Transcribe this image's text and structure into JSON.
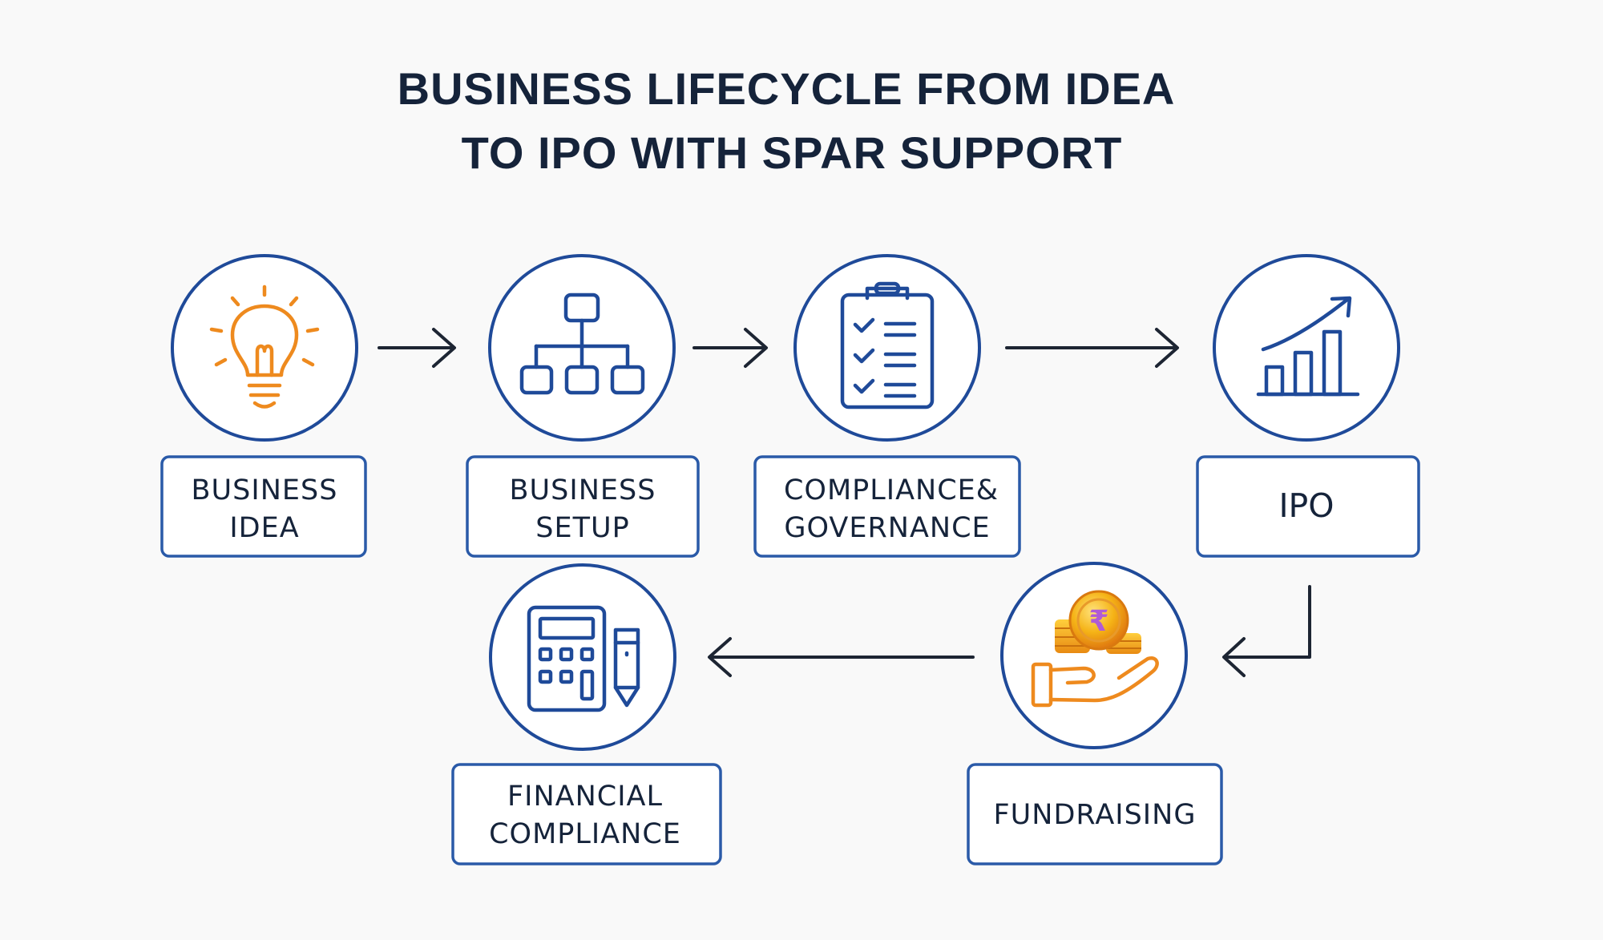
{
  "title": {
    "line1": "BUSINESS LIFECYCLE FROM IDEA",
    "line2": "TO IPO WITH SPAR SUPPORT"
  },
  "nodes": {
    "business_idea": {
      "line1": "BUSINESS",
      "line2": "IDEA",
      "icon": "lightbulb-icon"
    },
    "business_setup": {
      "line1": "BUSINESS",
      "line2": "SETUP",
      "icon": "org-chart-icon"
    },
    "compliance_governance": {
      "line1": "COMPLIANCE&",
      "line2": "GOVERNANCE",
      "icon": "clipboard-checklist-icon"
    },
    "ipo": {
      "label": "IPO",
      "icon": "growth-chart-icon"
    },
    "fundraising": {
      "label": "FUNDRAISING",
      "icon": "coins-hand-icon",
      "coin_symbol": "₹"
    },
    "financial_compliance": {
      "line1": "FINANCIAL",
      "line2": "COMPLIANCE",
      "icon": "calculator-pencil-icon"
    }
  },
  "flow": [
    "business_idea",
    "business_setup",
    "compliance_governance",
    "ipo",
    "fundraising",
    "financial_compliance"
  ],
  "colors": {
    "primary_blue": "#1f4a99",
    "box_border": "#2a5aa8",
    "text_dark": "#15233a",
    "accent_orange": "#ee8a1e",
    "coin_gold": "#f5b316",
    "background": "#f9f9f9"
  }
}
